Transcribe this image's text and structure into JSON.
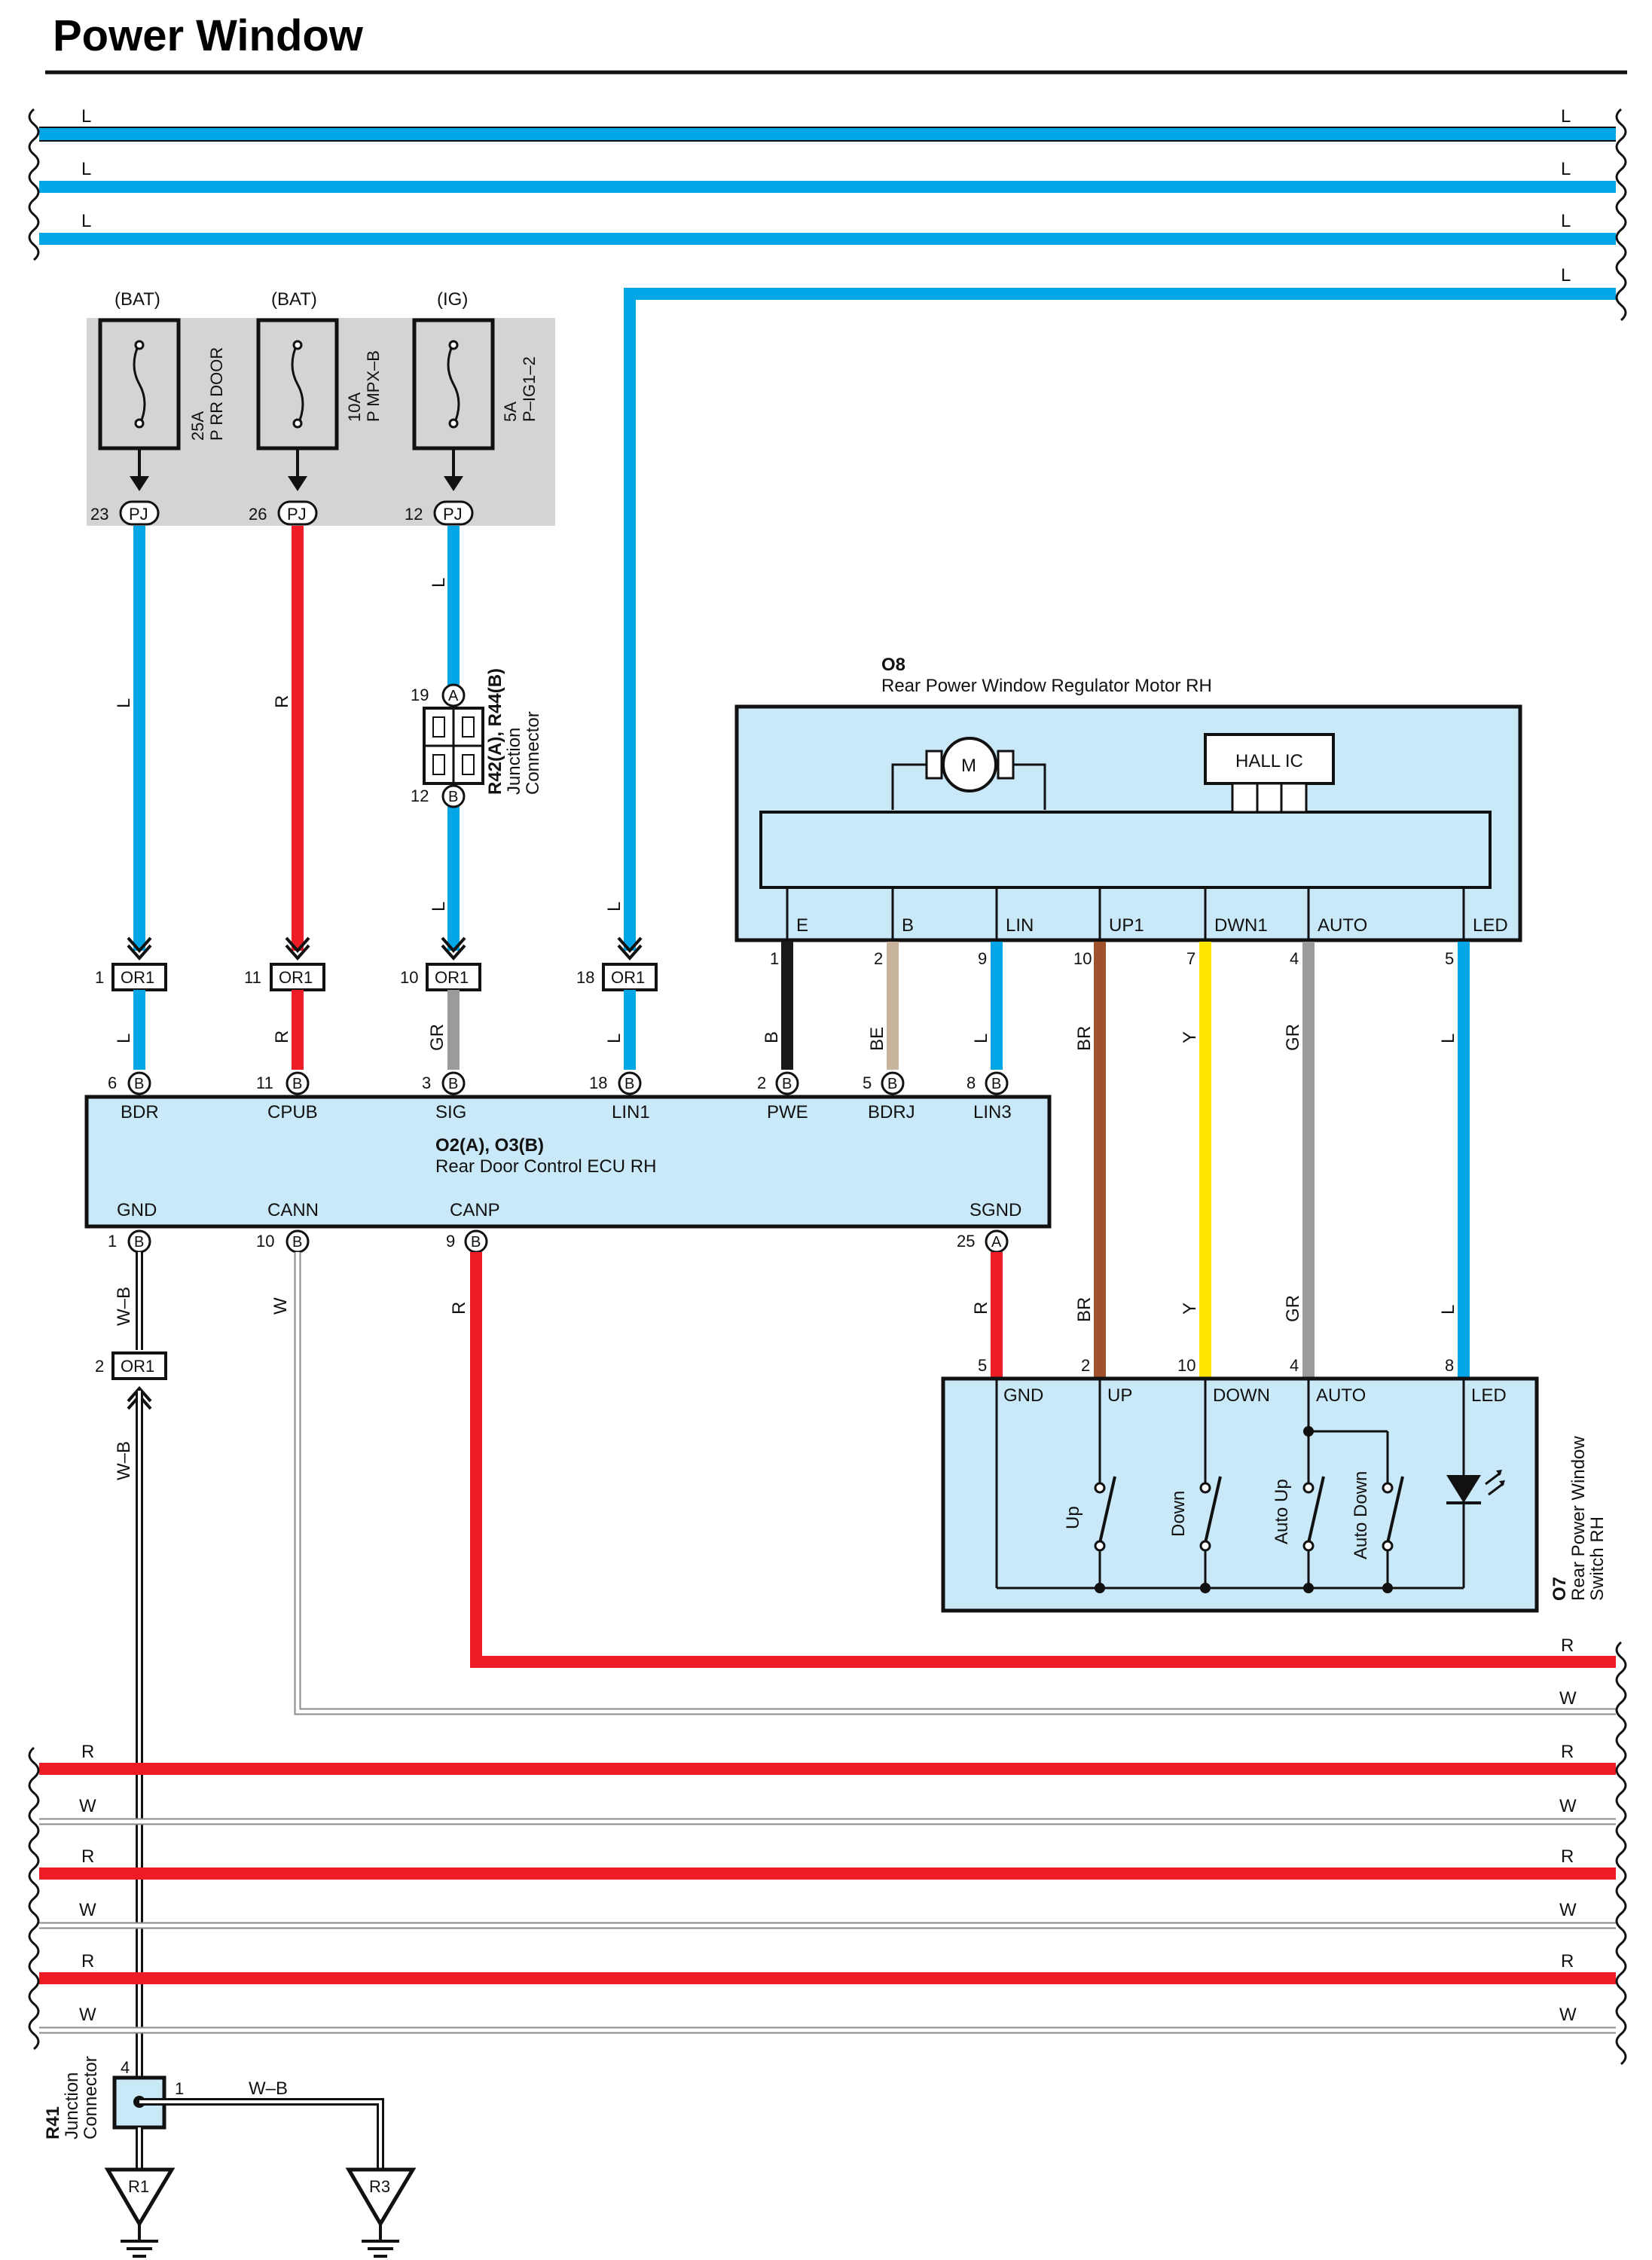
{
  "title": "Power Window",
  "colors": {
    "L": "#00a6e6",
    "R": "#ee1c25",
    "B": "#1a1a1a",
    "BE": "#c8b49c",
    "BR": "#a0522d",
    "Y": "#ffe600",
    "GR": "#9b9b9b",
    "W": "#ffffff",
    "WB": "#ffffff",
    "module": "#c9e8f8",
    "fuse_block": "#d4d4d4"
  },
  "bus_lines": {
    "top": [
      "L",
      "L",
      "L",
      "L"
    ],
    "bottom": [
      "R",
      "W",
      "R",
      "W",
      "R",
      "W"
    ],
    "can": [
      "R",
      "W"
    ]
  },
  "fuses": [
    {
      "source": "(BAT)",
      "rating": "25A",
      "name": "P RR DOOR",
      "pin": "23",
      "conn": "PJ"
    },
    {
      "source": "(BAT)",
      "rating": "10A",
      "name": "P MPX–B",
      "pin": "26",
      "conn": "PJ"
    },
    {
      "source": "(IG)",
      "rating": "5A",
      "name": "P–IG1–2",
      "pin": "12",
      "conn": "PJ"
    }
  ],
  "junction_r42": {
    "code": "R42(A), R44(B)",
    "name_line1": "Junction",
    "name_line2": "Connector",
    "pin_top": "19",
    "tag_top": "A",
    "pin_bottom": "12",
    "tag_bottom": "B"
  },
  "or1_connectors": [
    {
      "pin": "1",
      "label": "OR1"
    },
    {
      "pin": "11",
      "label": "OR1"
    },
    {
      "pin": "10",
      "label": "OR1"
    },
    {
      "pin": "18",
      "label": "OR1"
    }
  ],
  "or1_lower": {
    "pin": "2",
    "label": "OR1"
  },
  "motor": {
    "code": "O8",
    "name": "Rear Power Window Regulator Motor RH",
    "motor_symbol": "M",
    "hall": "HALL IC",
    "terminals": [
      {
        "label": "E",
        "pin": "1",
        "wire": "B"
      },
      {
        "label": "B",
        "pin": "2",
        "wire": "BE"
      },
      {
        "label": "LIN",
        "pin": "9",
        "wire": "L"
      },
      {
        "label": "UP1",
        "pin": "10",
        "wire": "BR"
      },
      {
        "label": "DWN1",
        "pin": "7",
        "wire": "Y"
      },
      {
        "label": "AUTO",
        "pin": "4",
        "wire": "GR"
      },
      {
        "label": "LED",
        "pin": "5",
        "wire": "L"
      }
    ]
  },
  "ecu": {
    "code": "O2(A), O3(B)",
    "name": "Rear Door Control ECU RH",
    "top_terminals": [
      {
        "label": "BDR",
        "pin": "6",
        "tag": "B",
        "wire": "L"
      },
      {
        "label": "CPUB",
        "pin": "11",
        "tag": "B",
        "wire": "R"
      },
      {
        "label": "SIG",
        "pin": "3",
        "tag": "B",
        "wire": "GR"
      },
      {
        "label": "LIN1",
        "pin": "18",
        "tag": "B",
        "wire": "L"
      },
      {
        "label": "PWE",
        "pin": "2",
        "tag": "B",
        "wire": "B"
      },
      {
        "label": "BDRJ",
        "pin": "5",
        "tag": "B",
        "wire": "BE"
      },
      {
        "label": "LIN3",
        "pin": "8",
        "tag": "B",
        "wire": "L"
      }
    ],
    "bottom_terminals": [
      {
        "label": "GND",
        "pin": "1",
        "tag": "B",
        "wire": "W–B"
      },
      {
        "label": "CANN",
        "pin": "10",
        "tag": "B",
        "wire": "W"
      },
      {
        "label": "CANP",
        "pin": "9",
        "tag": "B",
        "wire": "R"
      },
      {
        "label": "SGND",
        "pin": "25",
        "tag": "A",
        "wire": "R"
      }
    ]
  },
  "switch": {
    "code": "O7",
    "name_line1": "Rear Power Window",
    "name_line2": "Switch RH",
    "terminals": [
      {
        "label": "GND",
        "pin": "5",
        "wire": "R"
      },
      {
        "label": "UP",
        "pin": "2",
        "wire": "BR"
      },
      {
        "label": "DOWN",
        "pin": "10",
        "wire": "Y"
      },
      {
        "label": "AUTO",
        "pin": "4",
        "wire": "GR"
      },
      {
        "label": "LED",
        "pin": "8",
        "wire": "L"
      }
    ],
    "switch_labels": [
      "Up",
      "Down",
      "Auto Up",
      "Auto Down"
    ]
  },
  "junction_r41": {
    "code": "R41",
    "name_line1": "Junction",
    "name_line2": "Connector",
    "pin_in": "4",
    "pin_out": "1",
    "wire_out": "W–B"
  },
  "grounds": [
    "R1",
    "R3"
  ],
  "wire_wb": "W–B"
}
